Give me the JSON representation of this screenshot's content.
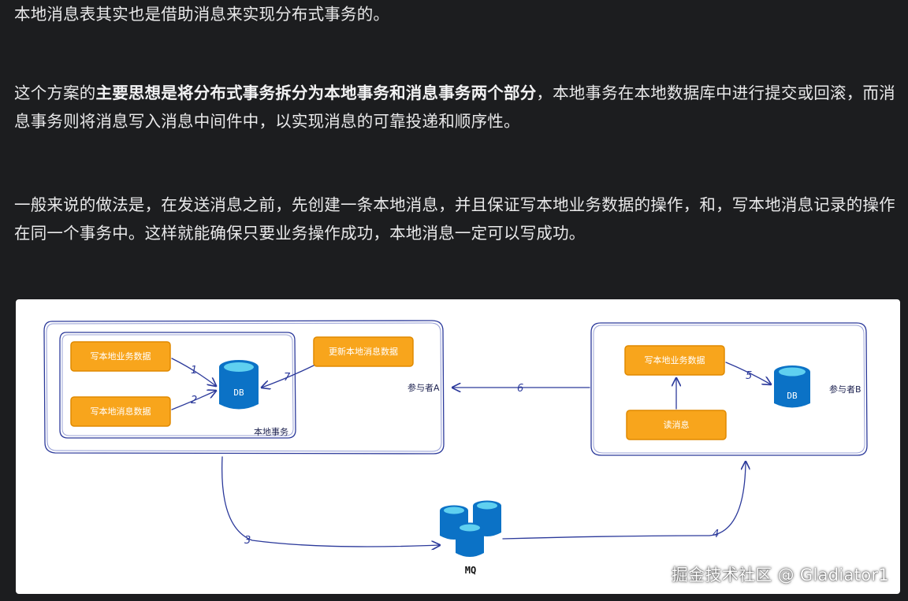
{
  "article": {
    "p1": "本地消息表其实也是借助消息来实现分布式事务的。",
    "p2_prefix": "这个方案的",
    "p2_bold": "主要思想是将分布式事务拆分为本地事务和消息事务两个部分",
    "p2_suffix": "，本地事务在本地数据库中进行提交或回滚，而消息事务则将消息写入消息中间件中，以实现消息的可靠投递和顺序性。",
    "p3": "一般来说的做法是，在发送消息之前，先创建一条本地消息，并且保证写本地业务数据的操作，和，写本地消息记录的操作在同一个事务中。这样就能确保只要业务操作成功，本地消息一定可以写成功。"
  },
  "diagram": {
    "box_write_business_a": "写本地业务数据",
    "box_write_message": "写本地消息数据",
    "box_update_message": "更新本地消息数据",
    "db_a": "DB",
    "local_tx_label": "本地事务",
    "participant_a": "参与者A",
    "box_write_business_b": "写本地业务数据",
    "box_read_message": "读消息",
    "db_b": "DB",
    "participant_b": "参与者B",
    "mq": "MQ",
    "step1": "1",
    "step2": "2",
    "step3": "3",
    "step4": "4",
    "step5": "5",
    "step6": "6",
    "step7": "7",
    "colors": {
      "box_fill": "#f8a51c",
      "box_stroke": "#e08a00",
      "db_fill": "#0b72c6",
      "db_top": "#5fd0f0",
      "line": "#2c3a9b"
    }
  },
  "watermark": "掘金技术社区 @ Gladiator1"
}
